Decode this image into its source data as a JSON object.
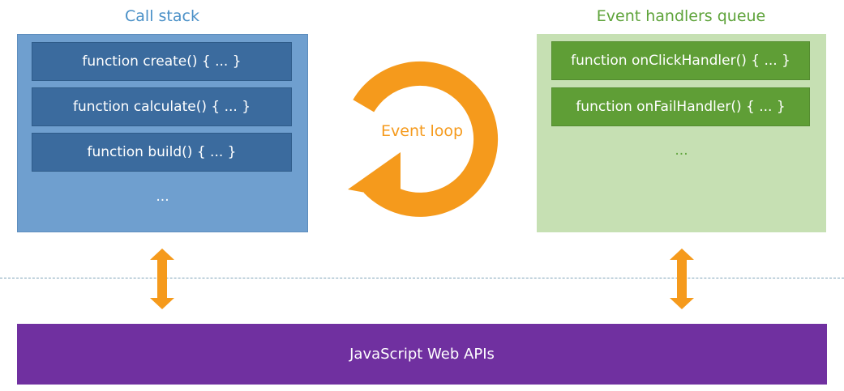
{
  "call_stack": {
    "title": "Call stack",
    "items": [
      "function create() { ... }",
      "function calculate() { ... }",
      "function build() { ... }"
    ],
    "more": "..."
  },
  "event_loop": {
    "label": "Event loop"
  },
  "event_queue": {
    "title": "Event handlers queue",
    "items": [
      "function onClickHandler() { ... }",
      "function onFailHandler() { ... }"
    ],
    "more": "..."
  },
  "web_apis": {
    "label": "JavaScript Web APIs"
  },
  "colors": {
    "stack_panel": "#6f9fcf",
    "stack_item": "#3b6b9e",
    "queue_panel": "#c6e0b3",
    "queue_item": "#5f9e36",
    "loop_orange": "#f59a1c",
    "api_bar": "#7030a0"
  }
}
